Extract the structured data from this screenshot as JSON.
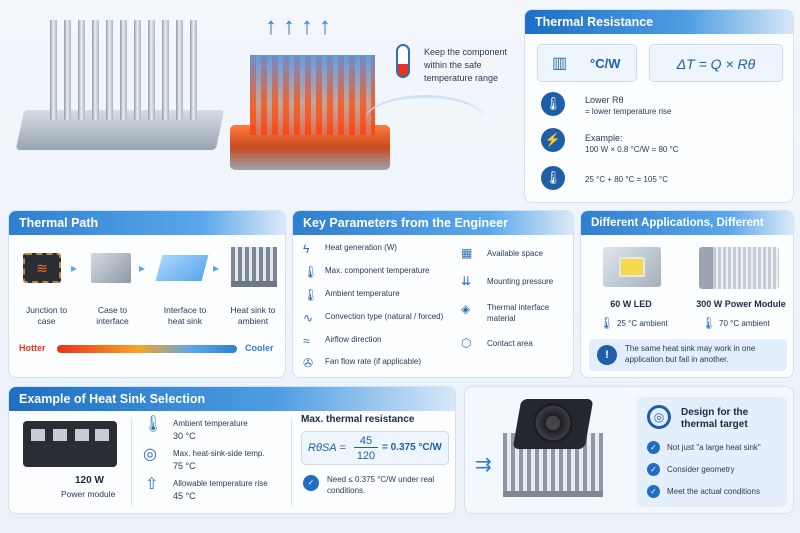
{
  "hero": {
    "note": "Keep the component within the safe temperature range"
  },
  "thermal_resistance": {
    "title": "Thermal Resistance",
    "unit": "°C/W",
    "formula": "ΔT = Q × Rθ",
    "items": [
      {
        "title": "Lower Rθ",
        "text": "= lower temperature rise"
      },
      {
        "title": "Example:",
        "text": "100 W × 0.8 °C/W = 80 °C"
      },
      {
        "title": "",
        "text": "25 °C + 80 °C = 105 °C"
      }
    ]
  },
  "thermal_path": {
    "title": "Thermal Path",
    "steps": [
      "Junction to case",
      "Case to interface",
      "Interface to heat sink",
      "Heat sink to ambient"
    ],
    "hotter": "Hotter",
    "cooler": "Cooler"
  },
  "key_parameters": {
    "title": "Key Parameters from the Engineer",
    "left": [
      "Heat generation (W)",
      "Max. component temperature",
      "Ambient temperature",
      "Convection type (natural / forced)",
      "Airflow direction",
      "Fan flow rate (if applicable)"
    ],
    "right": [
      "Available space",
      "Mounting pressure",
      "Thermal interface material",
      "Contact area"
    ]
  },
  "applications": {
    "title": "Different Applications, Different Needs",
    "items": [
      {
        "name": "60 W LED",
        "ambient": "25 °C ambient"
      },
      {
        "name": "300 W Power Module",
        "ambient": "70 °C ambient"
      }
    ],
    "note": "The same heat sink may work in one application but fail in another."
  },
  "example": {
    "title": "Example of Heat Sink Selection",
    "module_power": "120 W",
    "module_label": "Power module",
    "conditions": [
      {
        "label": "Ambient temperature",
        "value": "30 °C"
      },
      {
        "label": "Max. heat-sink-side temp.",
        "value": "75 °C"
      },
      {
        "label": "Allowable temperature rise",
        "value": "45 °C"
      }
    ],
    "max_res_title": "Max. thermal resistance",
    "symbol": "RθSA =",
    "numerator": "45",
    "denominator": "120",
    "result": "= 0.375 °C/W",
    "need": "Need ≤ 0.375 °C/W under real conditions."
  },
  "design": {
    "title": "Design for the thermal target",
    "items": [
      "Not just \"a large heat sink\"",
      "Consider geometry",
      "Meet the actual conditions"
    ]
  },
  "colors": {
    "accent": "#1f6ec3",
    "hot": "#e8321e",
    "cool": "#2f7fd0"
  }
}
